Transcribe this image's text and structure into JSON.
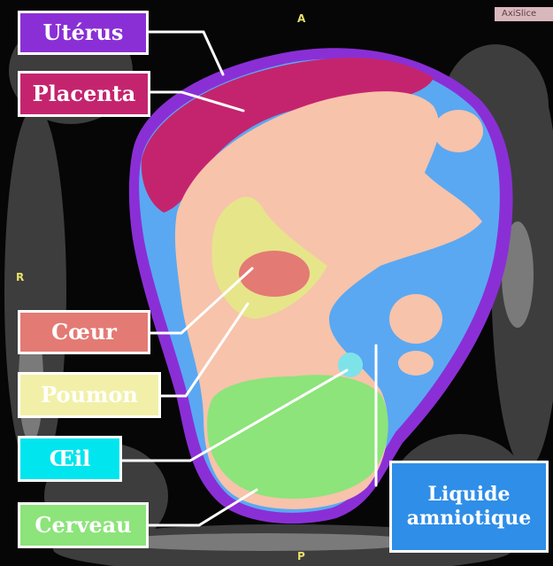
{
  "orientation": {
    "anterior": "A",
    "posterior": "P",
    "right": "R"
  },
  "viewer_badge": "AxiSlice",
  "labels": {
    "uterus": "Utérus",
    "placenta": "Placenta",
    "heart": "Cœur",
    "lung": "Poumon",
    "eye": "Œil",
    "brain": "Cerveau",
    "amniotic_line1": "Liquide",
    "amniotic_line2": "amniotique"
  },
  "colors": {
    "uterus": "#8a2fd6",
    "placenta": "#c4246e",
    "fetus": "#f7c3ab",
    "amniotic": "#5aa8f2",
    "lung": "#e6e58a",
    "heart": "#e47a74",
    "eye": "#7de3e9",
    "brain": "#8ce47a"
  }
}
